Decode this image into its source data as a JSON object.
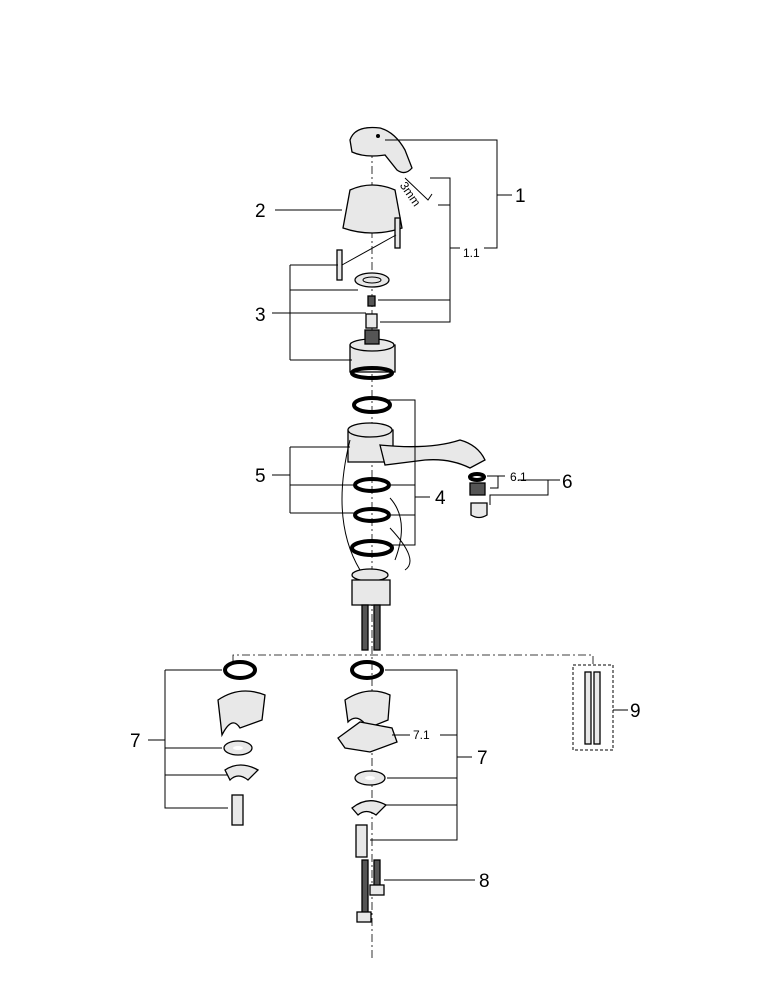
{
  "labels": {
    "p1": "1",
    "p1_1": "1.1",
    "p2": "2",
    "p3": "3",
    "tool": "3mm",
    "p4": "4",
    "p5": "5",
    "p6": "6",
    "p6_1": "6.1",
    "p7_left": "7",
    "p7_right": "7",
    "p7_1": "7.1",
    "p8": "8",
    "p9": "9"
  }
}
